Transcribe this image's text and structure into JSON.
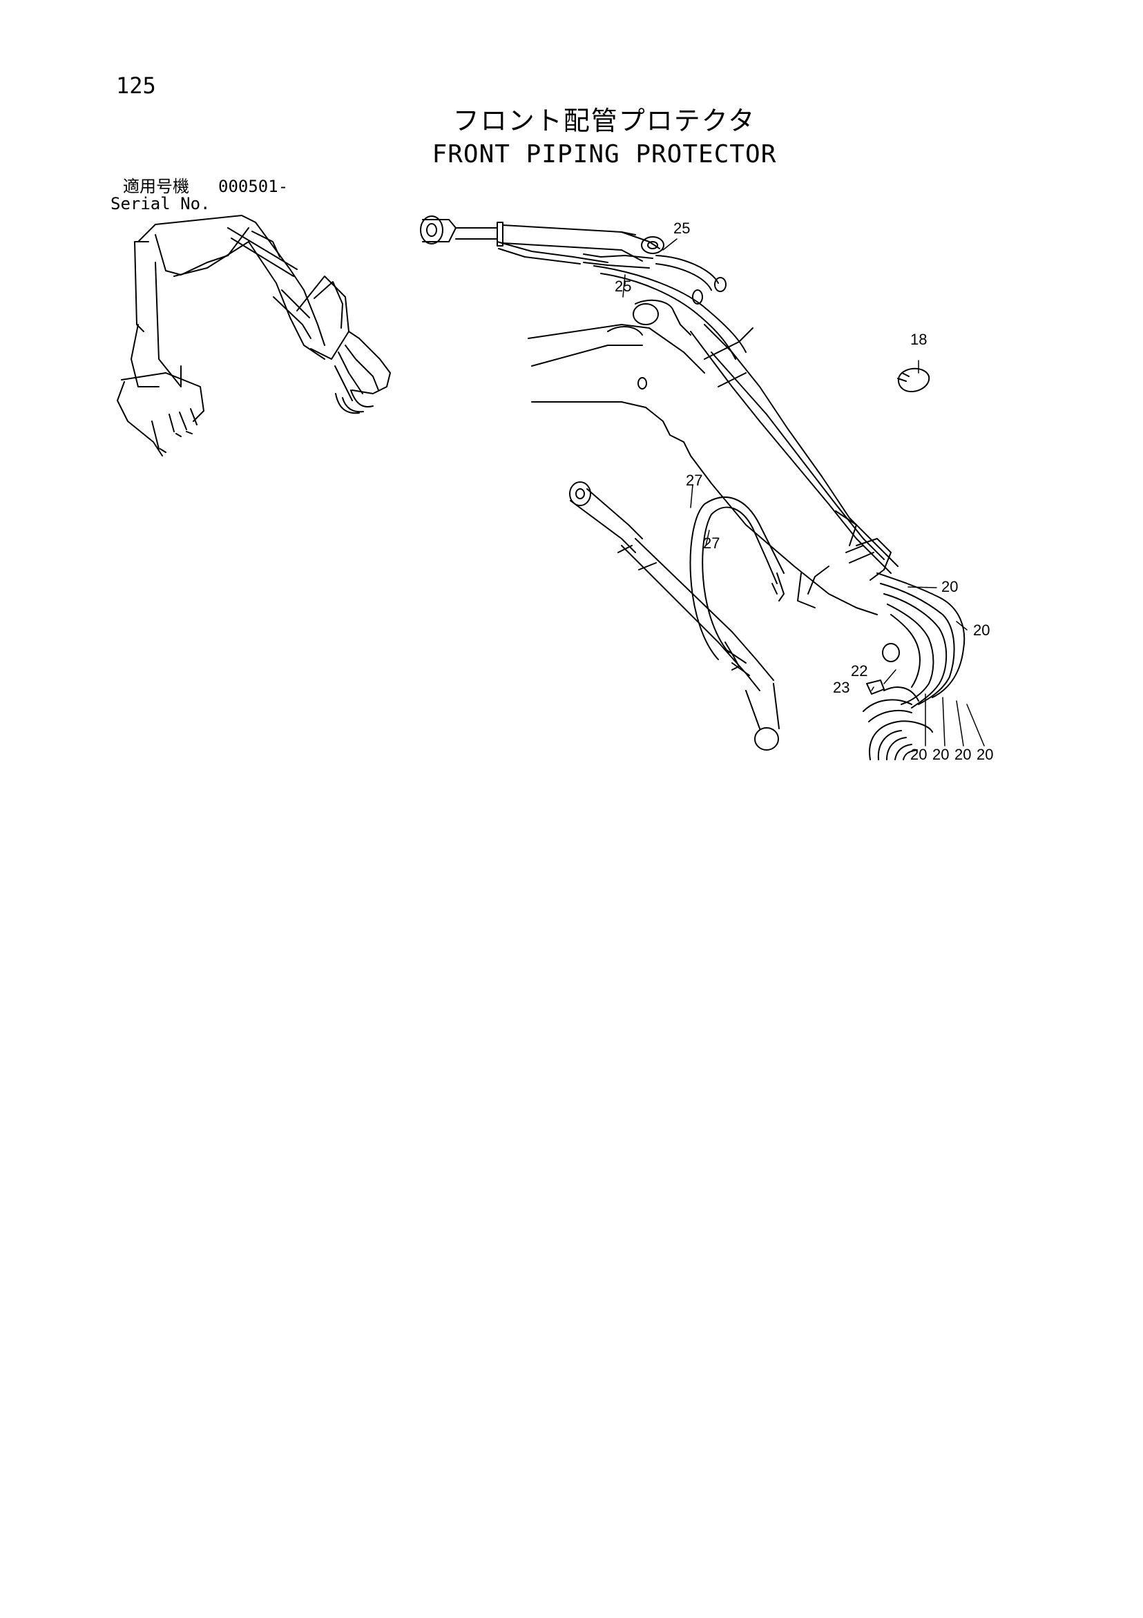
{
  "page": {
    "number": "125",
    "title_ja": "フロント配管プロテクタ",
    "title_en": "FRONT PIPING PROTECTOR"
  },
  "serial": {
    "label_ja": "適用号機",
    "label_en": "Serial No.",
    "from": "000501-"
  },
  "callouts": [
    {
      "id": "c25a",
      "text": "25"
    },
    {
      "id": "c25b",
      "text": "25"
    },
    {
      "id": "c18",
      "text": "18"
    },
    {
      "id": "c27a",
      "text": "27"
    },
    {
      "id": "c27b",
      "text": "27"
    },
    {
      "id": "c20a",
      "text": "20"
    },
    {
      "id": "c20b",
      "text": "20"
    },
    {
      "id": "c22",
      "text": "22"
    },
    {
      "id": "c23",
      "text": "23"
    },
    {
      "id": "c20c",
      "text": "20"
    },
    {
      "id": "c20d",
      "text": "20"
    },
    {
      "id": "c20e",
      "text": "20"
    },
    {
      "id": "c20f",
      "text": "20"
    }
  ]
}
